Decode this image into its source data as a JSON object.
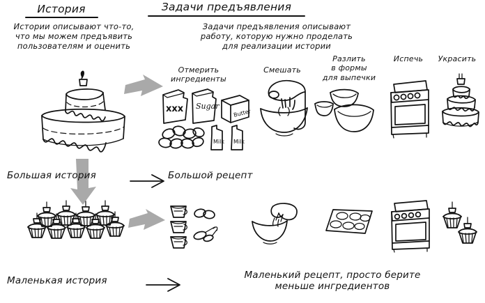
{
  "diagram": {
    "title_story": "История",
    "title_tasks": "Задачи предъявления",
    "story_description": "Истории описывают что-то,\nчто мы можем предъявить\nпользователям и оценить",
    "tasks_description": "Задачи предъявления описывают\nработу, которую нужно проделать\nдля реализации истории"
  },
  "step_labels": {
    "measure": "Отмерить\nингредиенты",
    "mix": "Смешать",
    "pour": "Разлить\nв формы\nдля выпечки",
    "bake": "Испечь",
    "decorate": "Украсить"
  },
  "rows": [
    {
      "story_label": "Большая история",
      "recipe_label": "Большой рецепт",
      "arrow": "→"
    },
    {
      "story_label": "Маленькая история",
      "recipe_label": "Маленький рецепт, просто берите\nменьше ингредиентов",
      "arrow": "→"
    }
  ],
  "ingredient_labels": {
    "flour": "xxx",
    "sugar": "Sugar",
    "butter": "Butter",
    "milk_left": "Milk",
    "milk_right": "Milk"
  },
  "colors": {
    "ink": "#111111",
    "gray_arrow": "#a9a9a9",
    "background": "#ffffff"
  },
  "counts": {
    "big_story_cupcakes": 9,
    "measuring_cups": 3,
    "muffin_tin_cups": 6,
    "small_recipe_cupcakes": 2
  }
}
